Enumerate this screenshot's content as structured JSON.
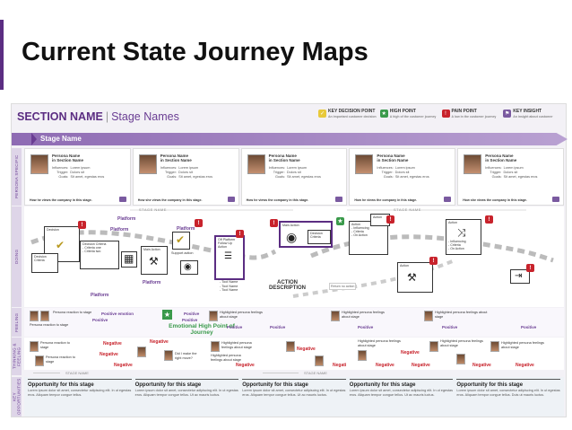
{
  "slide": {
    "title": "Current State Journey Maps"
  },
  "map": {
    "section_name": "SECTION NAME",
    "separator": "|",
    "stage_names": "Stage Names",
    "stage_label": "Stage Name",
    "stage_tag": "STAGE NAME",
    "legend": [
      {
        "title": "KEY DECISION POINT",
        "sub": "An important customer decision",
        "color": "#e8c93a",
        "icon": "check-icon"
      },
      {
        "title": "HIGH POINT",
        "sub": "A high of the customer journey",
        "color": "#3a9a4b",
        "icon": "star-icon"
      },
      {
        "title": "PAIN POINT",
        "sub": "A low in the customer journey",
        "color": "#c8232c",
        "icon": "exclamation-icon"
      },
      {
        "title": "KEY INSIGHT",
        "sub": "An insight about customer",
        "color": "#7a5aa0",
        "icon": "flag-icon"
      }
    ],
    "row_labels": {
      "persona": "PERSONA SPECIFIC",
      "doing": "DOING",
      "feeling": "FEELING",
      "thinking": "THINKING & FEELING",
      "opportunities": "KEY OPPORTUNITIES"
    },
    "personas": [
      {
        "name": "Persona Name",
        "section": "in Section Name",
        "info": "Influences:  Lorem ipsum\n     Trigger:  Dolors sit\n       Goals:  Sit amet, egestas eros",
        "foot": "How he views the company in this stage."
      },
      {
        "name": "Persona Name",
        "section": "in Section Name",
        "info": "Influences:  Lorem ipsum\n     Trigger:  Dolors sit\n       Goals:  Sit amet, egestas eros",
        "foot": "How she views the company in this stage."
      },
      {
        "name": "Persona Name",
        "section": "in Section Name",
        "info": "Influences:  Lorem ipsum\n     Trigger:  Dolors sit\n       Goals:  Sit amet, egestas eros",
        "foot": "How he views the company in this stage."
      },
      {
        "name": "Persona Name",
        "section": "in Section Name",
        "info": "Influences:  Lorem ipsum\n     Trigger:  Dolors sit\n       Goals:  Sit amet, egestas eros",
        "foot": "How he views the company in this stage."
      },
      {
        "name": "Persona Name",
        "section": "in Section Name",
        "info": "Influences:  Lorem ipsum\n     Trigger:  Dolors sit\n       Goals:  Sit amet, egestas eros",
        "foot": "How she views the company in this stage."
      }
    ],
    "doing": {
      "platform": "Platform",
      "decision": "Decision",
      "decision_criteria": "Decision Criteria",
      "decision_criteria_list": "Decision Criteria\n- Criteria one\n- Criteria two",
      "main_action": "Main Action",
      "support_action": "Support action",
      "off_platform": "Off Platform Follow Up Action",
      "tool_list": "- Tool Name\n- Tool Name\n- Tool Name",
      "action": "Action",
      "action_list": "- Influencing\n- Criteria\n- On Action",
      "action_description": "ACTION\nDESCRIPTION",
      "return_note": "Return no action"
    },
    "feeling": {
      "positive": "Positive",
      "positive_emotion": "Positive emotion",
      "peak": "Emotional High Point of Journey",
      "persona_reaction": "Persona reaction to stage",
      "highlighted": "Highlighted persona feelings about stage"
    },
    "thinking": {
      "negative": "Negative",
      "negati": "Negati",
      "persona_reaction": "Persona reaction to stage",
      "did_make": "Did I make the right move?"
    },
    "opportunities": [
      {
        "title": "Opportunity for this stage",
        "body": "Lorem ipsum dolor sit amet, consectetur adipiscing elit. In ut egestas eros. Aliquam tempor congue tellus."
      },
      {
        "title": "Opportunity for this stage",
        "body": "Lorem ipsum dolor sit amet, consectetur adipiscing elit. In ut egestas eros. Aliquam tempor congue tellus. Ut ac mauris luctus."
      },
      {
        "title": "Opportunity for this stage",
        "body": "Lorem ipsum dolor sit amet, consectetur adipiscing elit. In ut egestas eros. Aliquam tempor congue tellus. Ut ac mauris luctus."
      },
      {
        "title": "Opportunity for this stage",
        "body": "Lorem ipsum dolor sit amet, consectetur adipiscing elit. In ut egestas eros. Aliquam tempor congue tellus. Ut ac mauris luctus."
      },
      {
        "title": "Opportunity for this stage",
        "body": "Lorem ipsum dolor sit amet, consectetur adipiscing elit. In ut egestas eros. Aliquam tempor congue tellus. Duis ut mauris luctus."
      }
    ]
  }
}
